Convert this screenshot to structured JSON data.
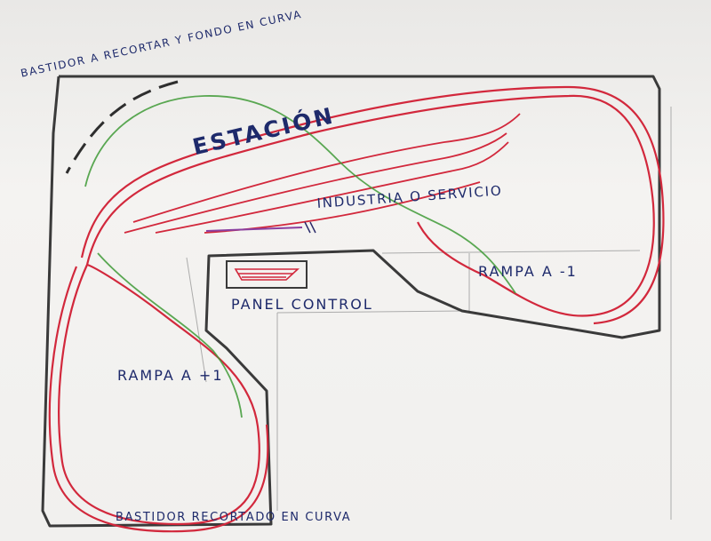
{
  "labels": {
    "frame_curve_to_cut": "BASTIDOR A RECORTAR Y FONDO EN CURVA",
    "station": "ESTACIÓN",
    "industry_service": "INDUSTRIA O SERVICIO",
    "ramp_down": "RAMPA A -1",
    "control_panel": "PANEL CONTROL",
    "ramp_up": "RAMPA A +1",
    "frame_cut_curve": "BASTIDOR RECORTADO EN CURVA"
  },
  "colors": {
    "frame": "#3a3a3a",
    "track": "#d2283c",
    "green_track": "#3e9a36",
    "siding": "#8a3fa0",
    "text": "#1e2a6b",
    "pencil": "#9a9a9a"
  }
}
